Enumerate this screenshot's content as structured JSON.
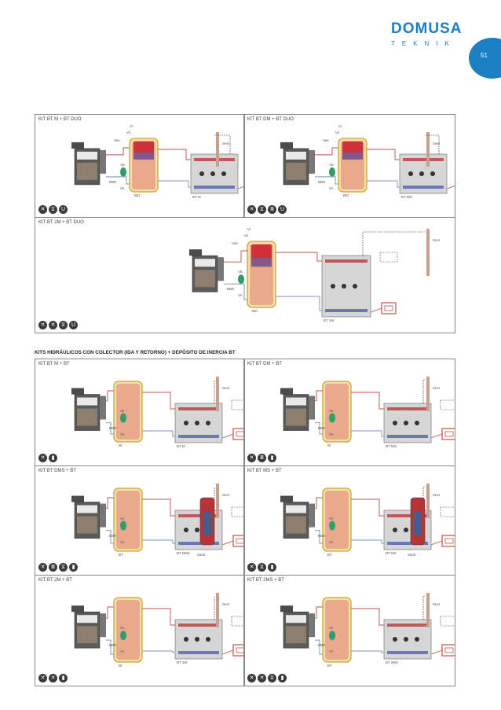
{
  "brand": {
    "name": "DOMUSA",
    "subtitle": "TEKNIK",
    "color": "#1a7fc3"
  },
  "page": {
    "number": "51"
  },
  "section_heading": "KITS HIDRÁULICOS CON COLECTOR (IDA Y RETORNO) + DEPÓSITO DE INERCIA BT",
  "panels": [
    {
      "title": "KIT BT M + BT DUO",
      "labels": {
        "vr": "Vr",
        "vs": "Vs",
        "vee": "Vee",
        "ve": "VE",
        "bbr": "BBR",
        "va": "VA",
        "tank": "Btd",
        "unit": "BT M",
        "sext": "Sext"
      },
      "icons": [
        "fan-icon",
        "valve-icon",
        "magnet-icon"
      ]
    },
    {
      "title": "KIT BT DM + BT DUO",
      "labels": {
        "vr": "Vr",
        "vs": "Vs",
        "vee": "Vee",
        "ve": "VE",
        "bbr": "BBR",
        "va": "VA",
        "tank": "Btd",
        "unit": "BT DM",
        "sext": "Sext"
      },
      "icons": [
        "fan-icon",
        "valve-icon",
        "radiator-icon",
        "magnet-icon"
      ]
    },
    {
      "title": "KIT BT 2M + BT DUO",
      "labels": {
        "vr": "Vr",
        "vs": "Vs",
        "vee": "Vee",
        "ve": "VE",
        "bbr": "BBR",
        "va": "VA",
        "tank": "Btd",
        "unit": "BT 2M",
        "sext": "Sext"
      },
      "icons": [
        "fan-icon",
        "fan-icon",
        "valve-icon",
        "magnet-icon"
      ]
    },
    {
      "title": "KIT BT M + BT",
      "labels": {
        "ve": "Ve",
        "bbr": "BBR",
        "va": "VA",
        "tank": "Bt",
        "unit": "BT M",
        "sext": "Sext"
      },
      "icons": [
        "fan-icon",
        "tank-icon"
      ]
    },
    {
      "title": "KIT BT DM + BT",
      "labels": {
        "ve": "Ve",
        "bbr": "BBR",
        "va": "VA",
        "tank": "Bt",
        "unit": "BT DM",
        "sext": "Sext"
      },
      "icons": [
        "fan-icon",
        "radiator-icon",
        "tank-icon"
      ]
    },
    {
      "title": "KIT BT DMS + BT",
      "labels": {
        "ve": "Ve",
        "bbr": "BBR",
        "va": "VA",
        "tank": "BT",
        "unit": "BT DMS",
        "sext": "Sext",
        "sanit": "Sanit"
      },
      "icons": [
        "fan-icon",
        "radiator-icon",
        "valve-icon",
        "tank-icon"
      ]
    },
    {
      "title": "KIT BT MS + BT",
      "labels": {
        "ve": "Ve",
        "bbr": "BBR",
        "va": "VA",
        "tank": "BT",
        "unit": "BT MS",
        "sext": "Sext",
        "sanit": "Sanit"
      },
      "icons": [
        "fan-icon",
        "valve-icon",
        "tank-icon"
      ]
    },
    {
      "title": "KIT BT 2M + BT",
      "labels": {
        "ve": "Ve",
        "bbr": "BBR",
        "va": "VA",
        "tank": "Bt",
        "unit": "BT 2M",
        "sext": "Sext"
      },
      "icons": [
        "fan-icon",
        "fan-icon",
        "tank-icon"
      ]
    },
    {
      "title": "KIT BT 2MS + BT",
      "labels": {
        "ve": "Ve",
        "bbr": "BBR",
        "va": "VA",
        "tank": "BT",
        "unit": "BT 2MS",
        "sext": "Sext"
      },
      "icons": [
        "fan-icon",
        "fan-icon",
        "valve-icon",
        "tank-icon"
      ]
    }
  ],
  "icon_glyphs": {
    "fan-icon": "✕",
    "valve-icon": "⧖",
    "magnet-icon": "U",
    "radiator-icon": "Ⅲ",
    "tank-icon": "▮"
  }
}
